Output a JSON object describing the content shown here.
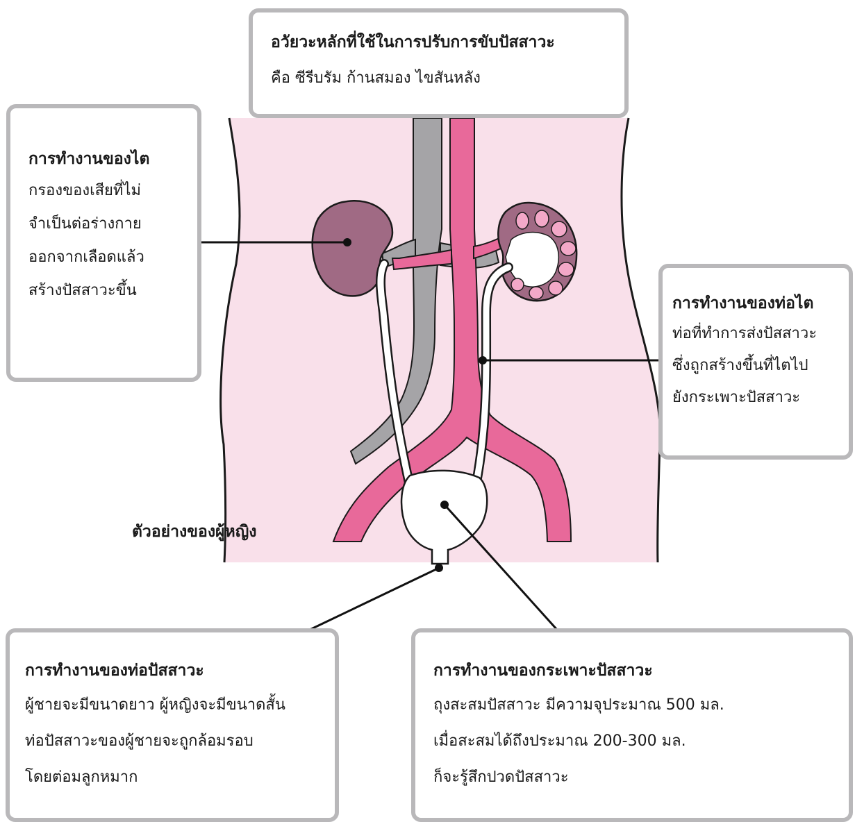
{
  "colors": {
    "torso_fill": "#f9e0ea",
    "torso_outline": "#1a1a1a",
    "kidney": "#a06a84",
    "kidney_dark": "#8c5670",
    "kidney_cut_light": "#f3a8c8",
    "vein": "#a5a4a7",
    "artery": "#e8699a",
    "ureter": "#ffffff",
    "box_border": "#b9b8ba",
    "leader": "#111111"
  },
  "callouts": {
    "brain": {
      "title": "อวัยวะหลักที่ใช้ในการปรับการขับปัสสาวะ",
      "lines": [
        "คือ ซีรีบรัม ก้านสมอง ไขสันหลัง"
      ]
    },
    "kidney": {
      "title": "การทำงานของไต",
      "lines": [
        "กรองของเสียที่ไม่",
        "จำเป็นต่อร่างกาย",
        "ออกจากเลือดแล้ว",
        "สร้างปัสสาวะขึ้น"
      ]
    },
    "ureter": {
      "title": "การทำงานของท่อไต",
      "lines": [
        "ท่อที่ทำการส่งปัสสาวะ",
        "ซึ่งถูกสร้างขึ้นที่ไตไป",
        "ยังกระเพาะปัสสาวะ"
      ]
    },
    "urethra": {
      "title": "การทำงานของท่อปัสสาวะ",
      "lines": [
        "ผู้ชายจะมีขนาดยาว ผู้หญิงจะมีขนาดสั้น",
        "ท่อปัสสาวะของผู้ชายจะถูกล้อมรอบ",
        "โดยต่อมลูกหมาก"
      ]
    },
    "bladder": {
      "title": "การทำงานของกระเพาะปัสสาวะ",
      "lines": [
        "ถุงสะสมปัสสาวะ มีความจุประมาณ 500 มล.",
        "เมื่อสะสมได้ถึงประมาณ 200-300 มล.",
        "ก็จะรู้สึกปวดปัสสาวะ"
      ]
    }
  },
  "caption": "ตัวอย่างของผู้หญิง"
}
